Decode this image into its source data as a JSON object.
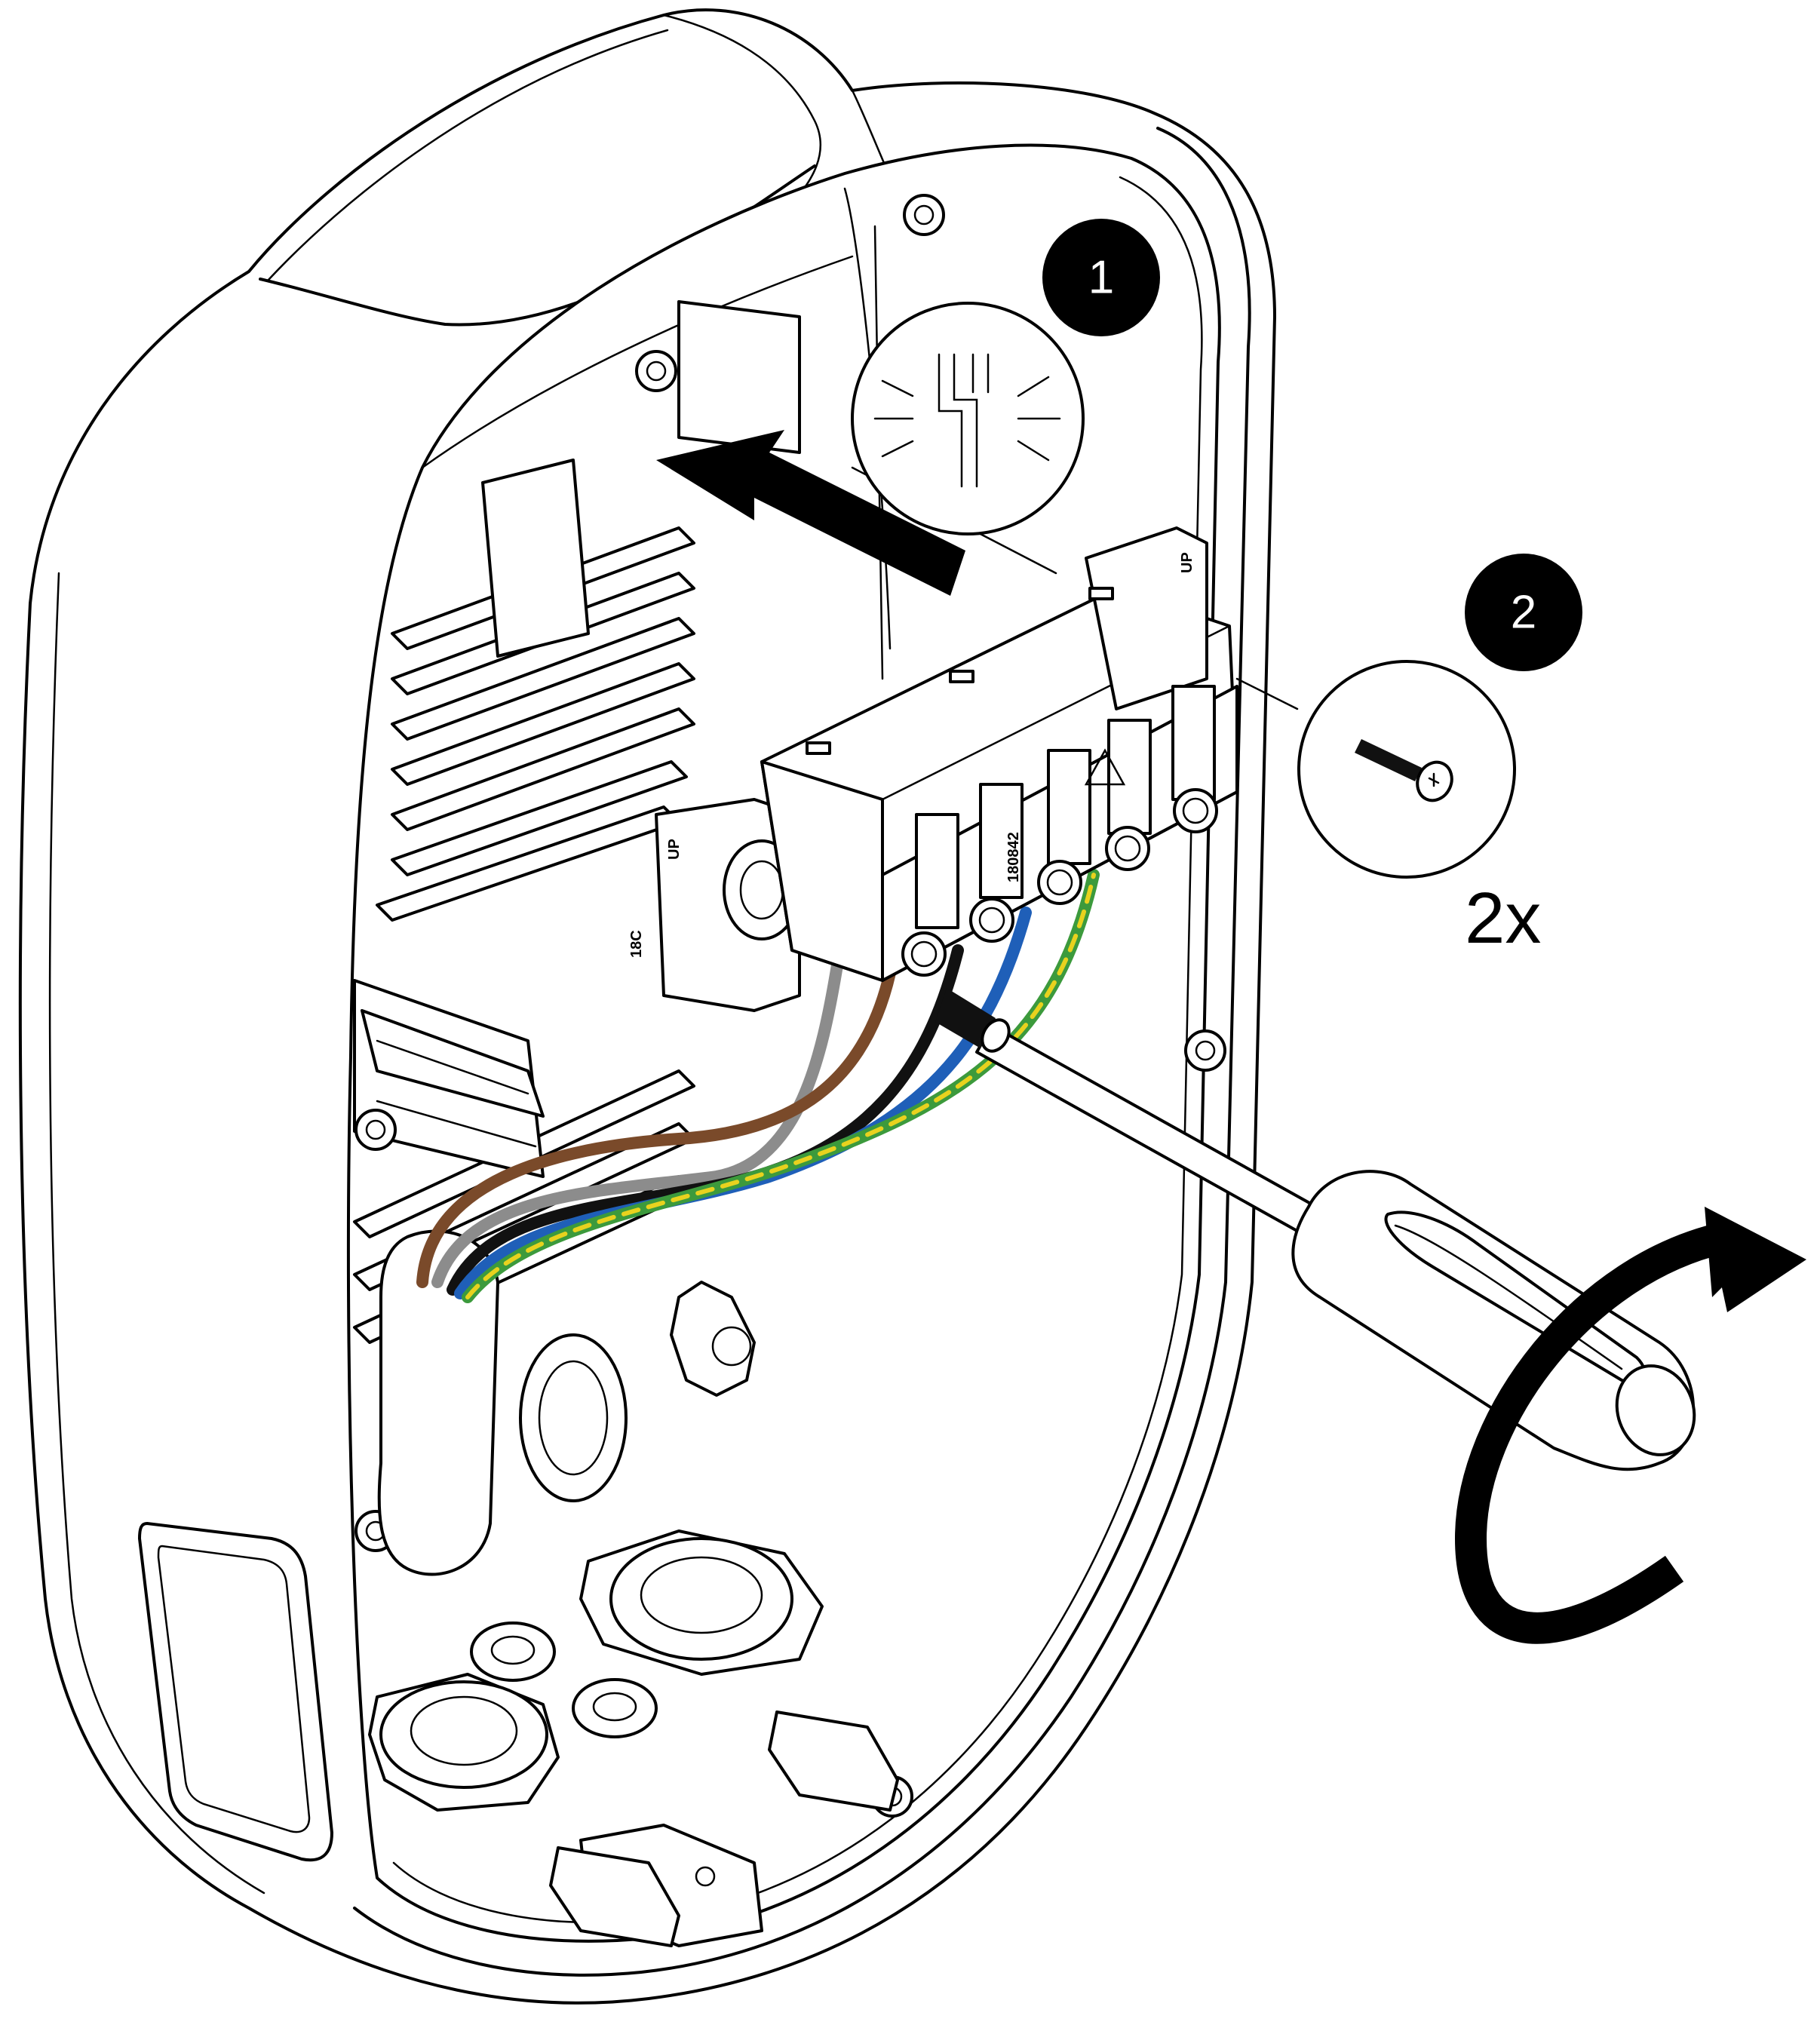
{
  "steps": [
    {
      "number": "1",
      "action": "push-connector-until-click"
    },
    {
      "number": "2",
      "action": "fasten-screws"
    }
  ],
  "screw_quantity": "2x",
  "connector": {
    "part_code": "180842",
    "up_label_left": "UP",
    "up_label_right": "UP",
    "partial_label": "18C"
  },
  "wire_colors": {
    "grey": "#8c8c8c",
    "brown": "#7a4a2a",
    "black": "#111111",
    "blue": "#1f5fb8",
    "earth_green": "#3c9a3c",
    "earth_yellow": "#e8d21e"
  },
  "icons": [
    "click-sound-icon",
    "screw-icon",
    "rotate-clockwise-arrow-icon",
    "screwdriver-icon",
    "insert-direction-arrow-icon"
  ]
}
